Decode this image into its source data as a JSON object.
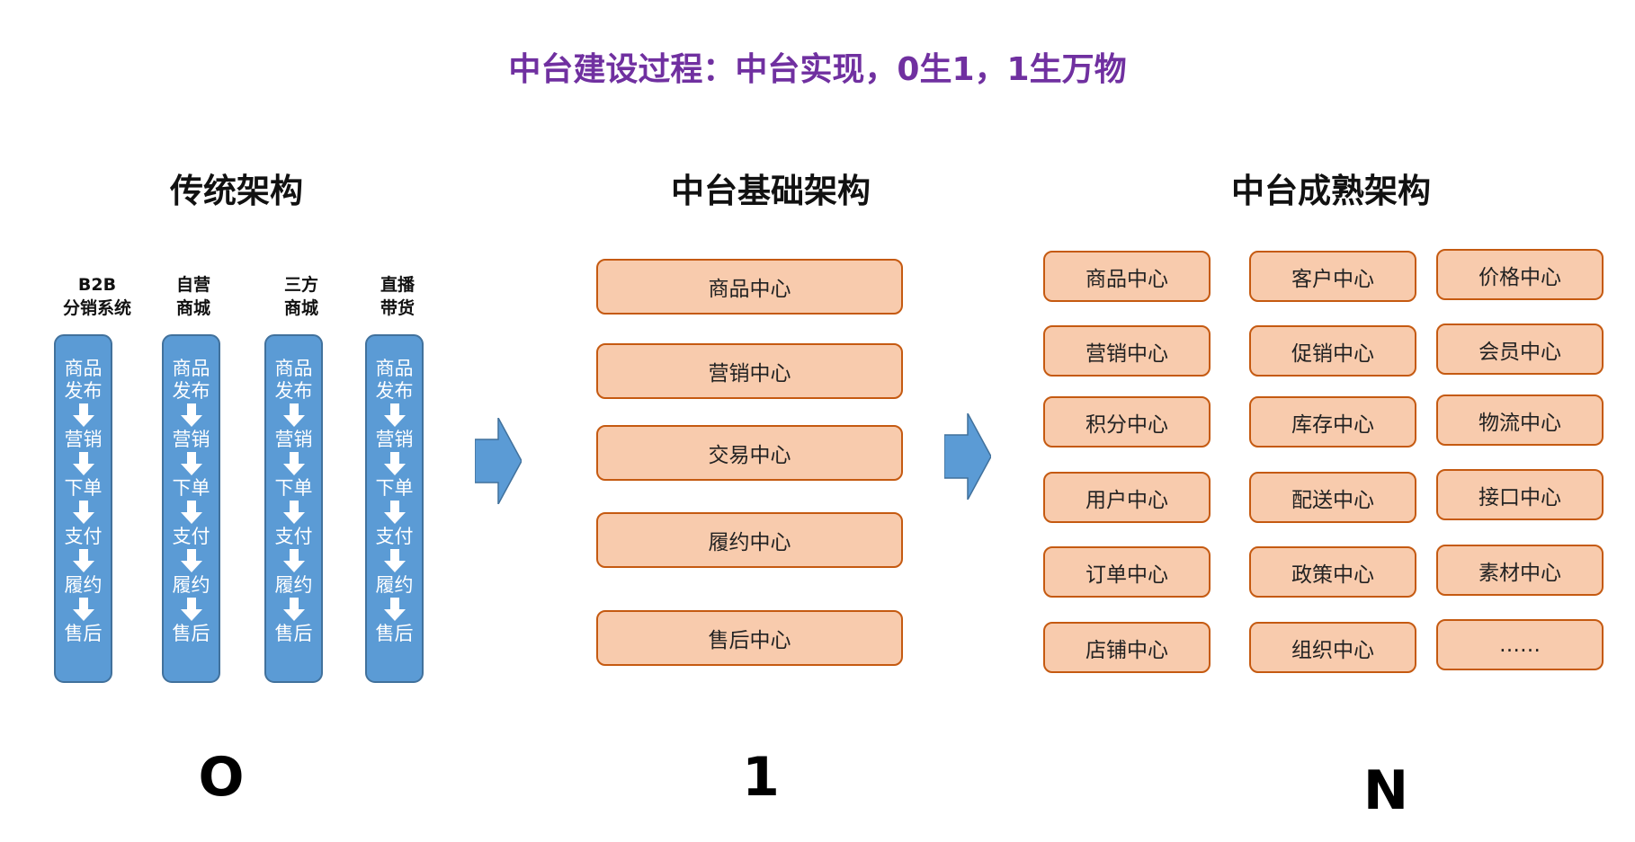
{
  "title": "中台建设过程：中台实现，0生1，1生万物",
  "sections": {
    "traditional": {
      "title": "传统架构",
      "columns": [
        {
          "label_line1": "B2B",
          "label_line2": "分销系统"
        },
        {
          "label_line1": "自营",
          "label_line2": "商城"
        },
        {
          "label_line1": "三方",
          "label_line2": "商城"
        },
        {
          "label_line1": "直播",
          "label_line2": "带货"
        }
      ],
      "steps": [
        "商品发布",
        "营销",
        "下单",
        "支付",
        "履约",
        "售后"
      ]
    },
    "basic": {
      "title": "中台基础架构",
      "centers": [
        "商品中心",
        "营销中心",
        "交易中心",
        "履约中心",
        "售后中心"
      ]
    },
    "mature": {
      "title": "中台成熟架构",
      "columns": [
        [
          "商品中心",
          "营销中心",
          "积分中心",
          "用户中心",
          "订单中心",
          "店铺中心"
        ],
        [
          "客户中心",
          "促销中心",
          "库存中心",
          "配送中心",
          "政策中心",
          "组织中心"
        ],
        [
          "价格中心",
          "会员中心",
          "物流中心",
          "接口中心",
          "素材中心",
          "……"
        ]
      ]
    }
  },
  "stages": {
    "zero": "O",
    "one": "1",
    "n": "N"
  },
  "colors": {
    "title": "#7030A0",
    "pill_fill": "#5B9BD5",
    "pill_border": "#41719C",
    "box_fill": "#F8CBAD",
    "box_border": "#C55A11",
    "arrow_fill": "#5B9BD5"
  },
  "icons": {
    "flow_arrow": "down-arrow-icon",
    "stage_arrow": "right-arrow-icon"
  }
}
